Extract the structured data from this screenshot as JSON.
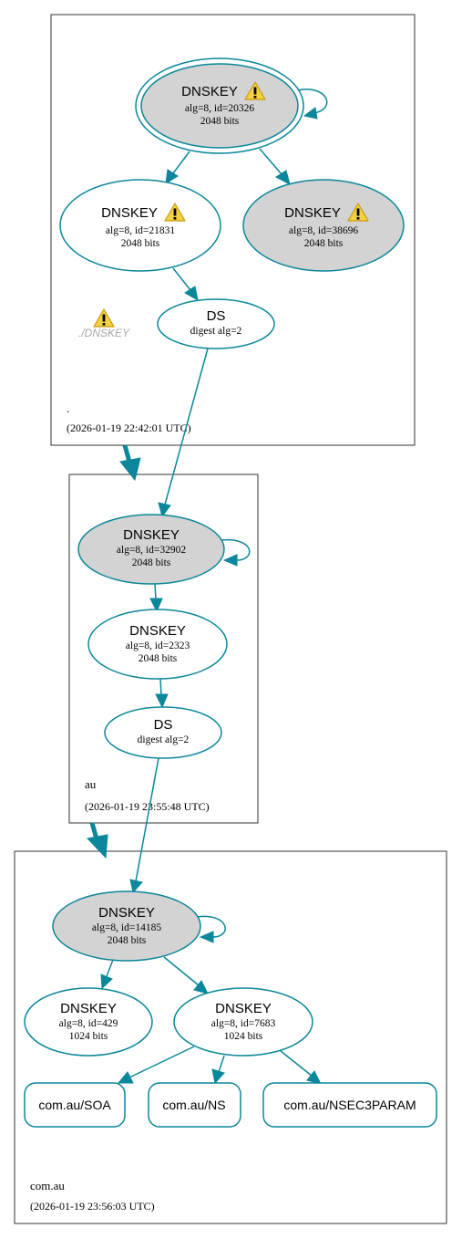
{
  "colors": {
    "accent": "#0a879a",
    "shaded_node": "#d3d3d3",
    "warning_fill": "#f5d142",
    "warning_stroke": "#c89b0a"
  },
  "icons": [
    "warning-icon"
  ],
  "zones": {
    "root": {
      "name": ".",
      "timestamp": "(2026-01-19 22:42:01 UTC)",
      "ksk": {
        "title": "DNSKEY",
        "line1": "alg=8, id=20326",
        "line2": "2048 bits"
      },
      "zsk": {
        "title": "DNSKEY",
        "line1": "alg=8, id=21831",
        "line2": "2048 bits"
      },
      "key3": {
        "title": "DNSKEY",
        "line1": "alg=8, id=38696",
        "line2": "2048 bits"
      },
      "ds": {
        "title": "DS",
        "line1": "digest alg=2"
      },
      "missing": "./DNSKEY"
    },
    "au": {
      "name": "au",
      "timestamp": "(2026-01-19 23:55:48 UTC)",
      "ksk": {
        "title": "DNSKEY",
        "line1": "alg=8, id=32902",
        "line2": "2048 bits"
      },
      "zsk": {
        "title": "DNSKEY",
        "line1": "alg=8, id=2323",
        "line2": "2048 bits"
      },
      "ds": {
        "title": "DS",
        "line1": "digest alg=2"
      }
    },
    "comau": {
      "name": "com.au",
      "timestamp": "(2026-01-19 23:56:03 UTC)",
      "ksk": {
        "title": "DNSKEY",
        "line1": "alg=8, id=14185",
        "line2": "2048 bits"
      },
      "key429": {
        "title": "DNSKEY",
        "line1": "alg=8, id=429",
        "line2": "1024 bits"
      },
      "key7683": {
        "title": "DNSKEY",
        "line1": "alg=8, id=7683",
        "line2": "1024 bits"
      },
      "rrsets": [
        "com.au/SOA",
        "com.au/NS",
        "com.au/NSEC3PARAM"
      ]
    }
  }
}
